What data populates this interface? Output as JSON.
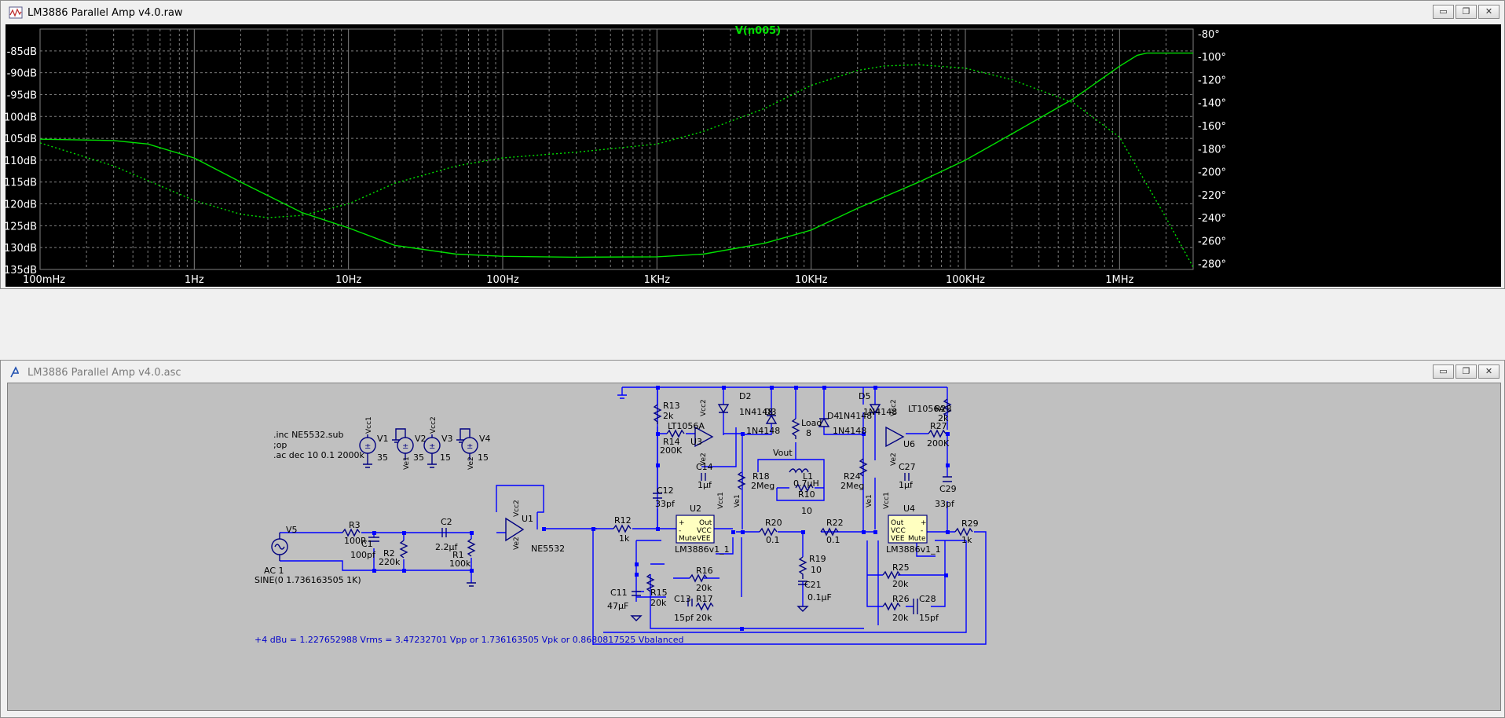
{
  "plot_window": {
    "title": "LM3886 Parallel Amp v4.0.raw",
    "trace_name": "V(n005)",
    "colors": {
      "trace": "#00e000",
      "background": "#000000",
      "axis_text": "#ffffff",
      "grid": "#7f7f7f"
    }
  },
  "window_buttons": {
    "minimize": "▭",
    "restore": "❐",
    "close": "✕"
  },
  "chart_data": {
    "type": "line",
    "title": "V(n005)",
    "x_scale": "log",
    "xlim": [
      0.1,
      3000000
    ],
    "x_ticks": [
      "100mHz",
      "1Hz",
      "10Hz",
      "100Hz",
      "1KHz",
      "10KHz",
      "100KHz",
      "1MHz"
    ],
    "x_tick_values": [
      0.1,
      1,
      10,
      100,
      1000,
      10000,
      100000,
      1000000
    ],
    "ylim_left": [
      -135,
      -80
    ],
    "y_ticks_left": [
      "-85dB",
      "-90dB",
      "-95dB",
      "-100dB",
      "-105dB",
      "-110dB",
      "-115dB",
      "-120dB",
      "-125dB",
      "-130dB",
      "-135dB"
    ],
    "y_tick_values_left": [
      -85,
      -90,
      -95,
      -100,
      -105,
      -110,
      -115,
      -120,
      -125,
      -130,
      -135
    ],
    "ylim_right": [
      -285,
      -76
    ],
    "y_ticks_right": [
      "-80°",
      "-100°",
      "-120°",
      "-140°",
      "-160°",
      "-180°",
      "-200°",
      "-220°",
      "-240°",
      "-260°",
      "-280°"
    ],
    "y_tick_values_right": [
      -80,
      -100,
      -120,
      -140,
      -160,
      -180,
      -200,
      -220,
      -240,
      -260,
      -280
    ],
    "grid": true,
    "series": [
      {
        "style": "solid",
        "axis": "left",
        "x": [
          0.1,
          0.3,
          0.5,
          1,
          2,
          5,
          10,
          20,
          50,
          100,
          300,
          1000,
          2000,
          5000,
          10000,
          20000,
          50000,
          100000,
          200000,
          500000,
          1000000,
          1300000,
          1500000,
          3000000
        ],
        "y": [
          -105.2,
          -105.5,
          -106.3,
          -109.5,
          -115,
          -122,
          -125.5,
          -129.5,
          -131.5,
          -132,
          -132.2,
          -132.1,
          -131.5,
          -129,
          -126,
          -121,
          -115,
          -110,
          -104,
          -96,
          -88.5,
          -86,
          -85.5,
          -85.5
        ]
      },
      {
        "style": "dotted",
        "axis": "right",
        "x": [
          0.1,
          0.3,
          1,
          2,
          3,
          5,
          10,
          20,
          50,
          100,
          300,
          1000,
          2000,
          5000,
          10000,
          20000,
          30000,
          50000,
          100000,
          200000,
          500000,
          1000000,
          2000000,
          3000000
        ],
        "y": [
          -175,
          -195,
          -225,
          -237,
          -240,
          -238,
          -228,
          -210,
          -195,
          -188,
          -183,
          -176,
          -165,
          -145,
          -125,
          -112,
          -108,
          -107,
          -110,
          -120,
          -140,
          -170,
          -240,
          -283
        ]
      }
    ]
  },
  "schematic_window": {
    "title": "LM3886 Parallel Amp v4.0.asc",
    "directives": [
      ".inc NE5532.sub",
      ";op",
      ".ac dec 10 0.1 2000k"
    ],
    "note": "+4 dBu = 1.227652988 Vrms = 3.47232701 Vpp or 1.736163505 Vpk or 0.8680817525 Vbalanced",
    "sources": [
      {
        "name": "V1",
        "net": "Vcc1",
        "value": "35"
      },
      {
        "name": "V2",
        "net": "Ve1",
        "value": "35"
      },
      {
        "name": "V3",
        "net": "Vcc2",
        "value": "15"
      },
      {
        "name": "V4",
        "net": "Ve2",
        "value": "15"
      }
    ],
    "v5": {
      "name": "V5",
      "ac": "AC 1",
      "sine": "SINE(0 1.736163505 1K)"
    },
    "labels": {
      "R3": "R3",
      "R3v": "100R",
      "C1": "C1",
      "C1v": "100pf",
      "R2": "R2",
      "R2v": "220k",
      "C2": "C2",
      "C2v": "2.2µf",
      "R1": "R1",
      "R1v": "100k",
      "U1": "U1",
      "U1v": "NE5532",
      "R12": "R12",
      "R12v": "1k",
      "R13": "R13",
      "R13v": "2k",
      "R14": "R14",
      "R14v": "200K",
      "U3": "U3",
      "U3v": "LT1056A",
      "C14": "C14",
      "C14v": "1µf",
      "C12": "C12",
      "C12v": "33pf",
      "D2": "D2",
      "D2v": "1N4148",
      "D3": "D3",
      "D3v": "1N4148",
      "Load": "Load",
      "Loadv": "8",
      "Vout": "Vout",
      "R18": "R18",
      "R18v": "2Meg",
      "L1": "L1",
      "L1v": "0.7µH",
      "R10": "R10",
      "R10v": "10",
      "D4": "D4",
      "D4v": "1N4148",
      "D5": "D5",
      "D5v": "1N4148",
      "U6": "U6",
      "U6v": "LT1056A",
      "R28": "R28",
      "R28v": "2k",
      "R27": "R27",
      "R27v": "200K",
      "R24": "R24",
      "R24v": "2Meg",
      "C27": "C27",
      "C27v": "1µf",
      "C29": "C29",
      "C29v": "33pf",
      "U2": "U2",
      "U2v": "LM3886v1_1",
      "U4": "U4",
      "U4v": "LM3886v1_1",
      "R20": "R20",
      "R20v": "0.1",
      "R22": "R22",
      "R22v": "0.1",
      "R29": "R29",
      "R29v": "1k",
      "R19": "R19",
      "R19v": "10",
      "C21": "C21",
      "C21v": "0.1µF",
      "R16": "R16",
      "R16v": "20k",
      "R15": "R15",
      "R15v": "20k",
      "C11": "C11",
      "C11v": "47µF",
      "C13": "C13",
      "C13v": "15pf",
      "R17": "R17",
      "R17v": "20k",
      "R25": "R25",
      "R25v": "20k",
      "R26": "R26",
      "R26v": "20k",
      "C28": "C28",
      "C28v": "15pf",
      "vcc1": "Vcc1",
      "ve1": "Ve1",
      "vcc2": "Vcc2",
      "ve2": "Ve2"
    },
    "chip_pins": {
      "out": "Out",
      "vcc": "VCC",
      "vee": "VEE",
      "mute": "Mute",
      "plus": "+",
      "minus": "-"
    }
  }
}
